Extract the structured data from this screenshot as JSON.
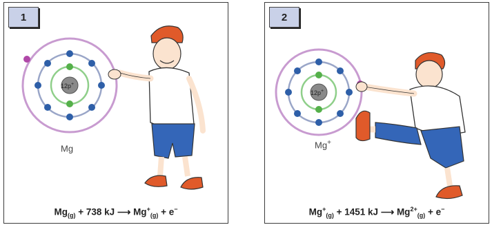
{
  "panels": [
    {
      "number": "1",
      "atom_label": "Mg",
      "atom_charge": "",
      "nucleus_label": "12p",
      "nucleus_sup": "+",
      "equation": {
        "reactant": "Mg",
        "reactant_sub": "(g)",
        "energy": " + 738 kJ ",
        "product": "Mg",
        "product_sup": "+",
        "product_sub": "(g)",
        "plus": " + e",
        "electron_sup": "−"
      }
    },
    {
      "number": "2",
      "atom_label": "Mg",
      "atom_charge": "+",
      "nucleus_label": "12p",
      "nucleus_sup": "+",
      "equation": {
        "reactant": "Mg",
        "reactant_sup": "+",
        "reactant_sub": "(g)",
        "energy": " + 1451 kJ ",
        "product": "Mg",
        "product_sup": "2+",
        "product_sub": "(g)",
        "plus": " + e",
        "electron_sup": "−"
      }
    }
  ],
  "colors": {
    "badge_bg": "#c9d1e8",
    "outer_ring": "#c89bd0",
    "middle_ring": "#9aa6c8",
    "inner_ring": "#8fcf8a",
    "electron_blue": "#2e5fa8",
    "electron_green": "#55b04a",
    "electron_pink": "#b048a8",
    "cap_orange": "#e05a2a",
    "shorts_blue": "#3466b8"
  }
}
